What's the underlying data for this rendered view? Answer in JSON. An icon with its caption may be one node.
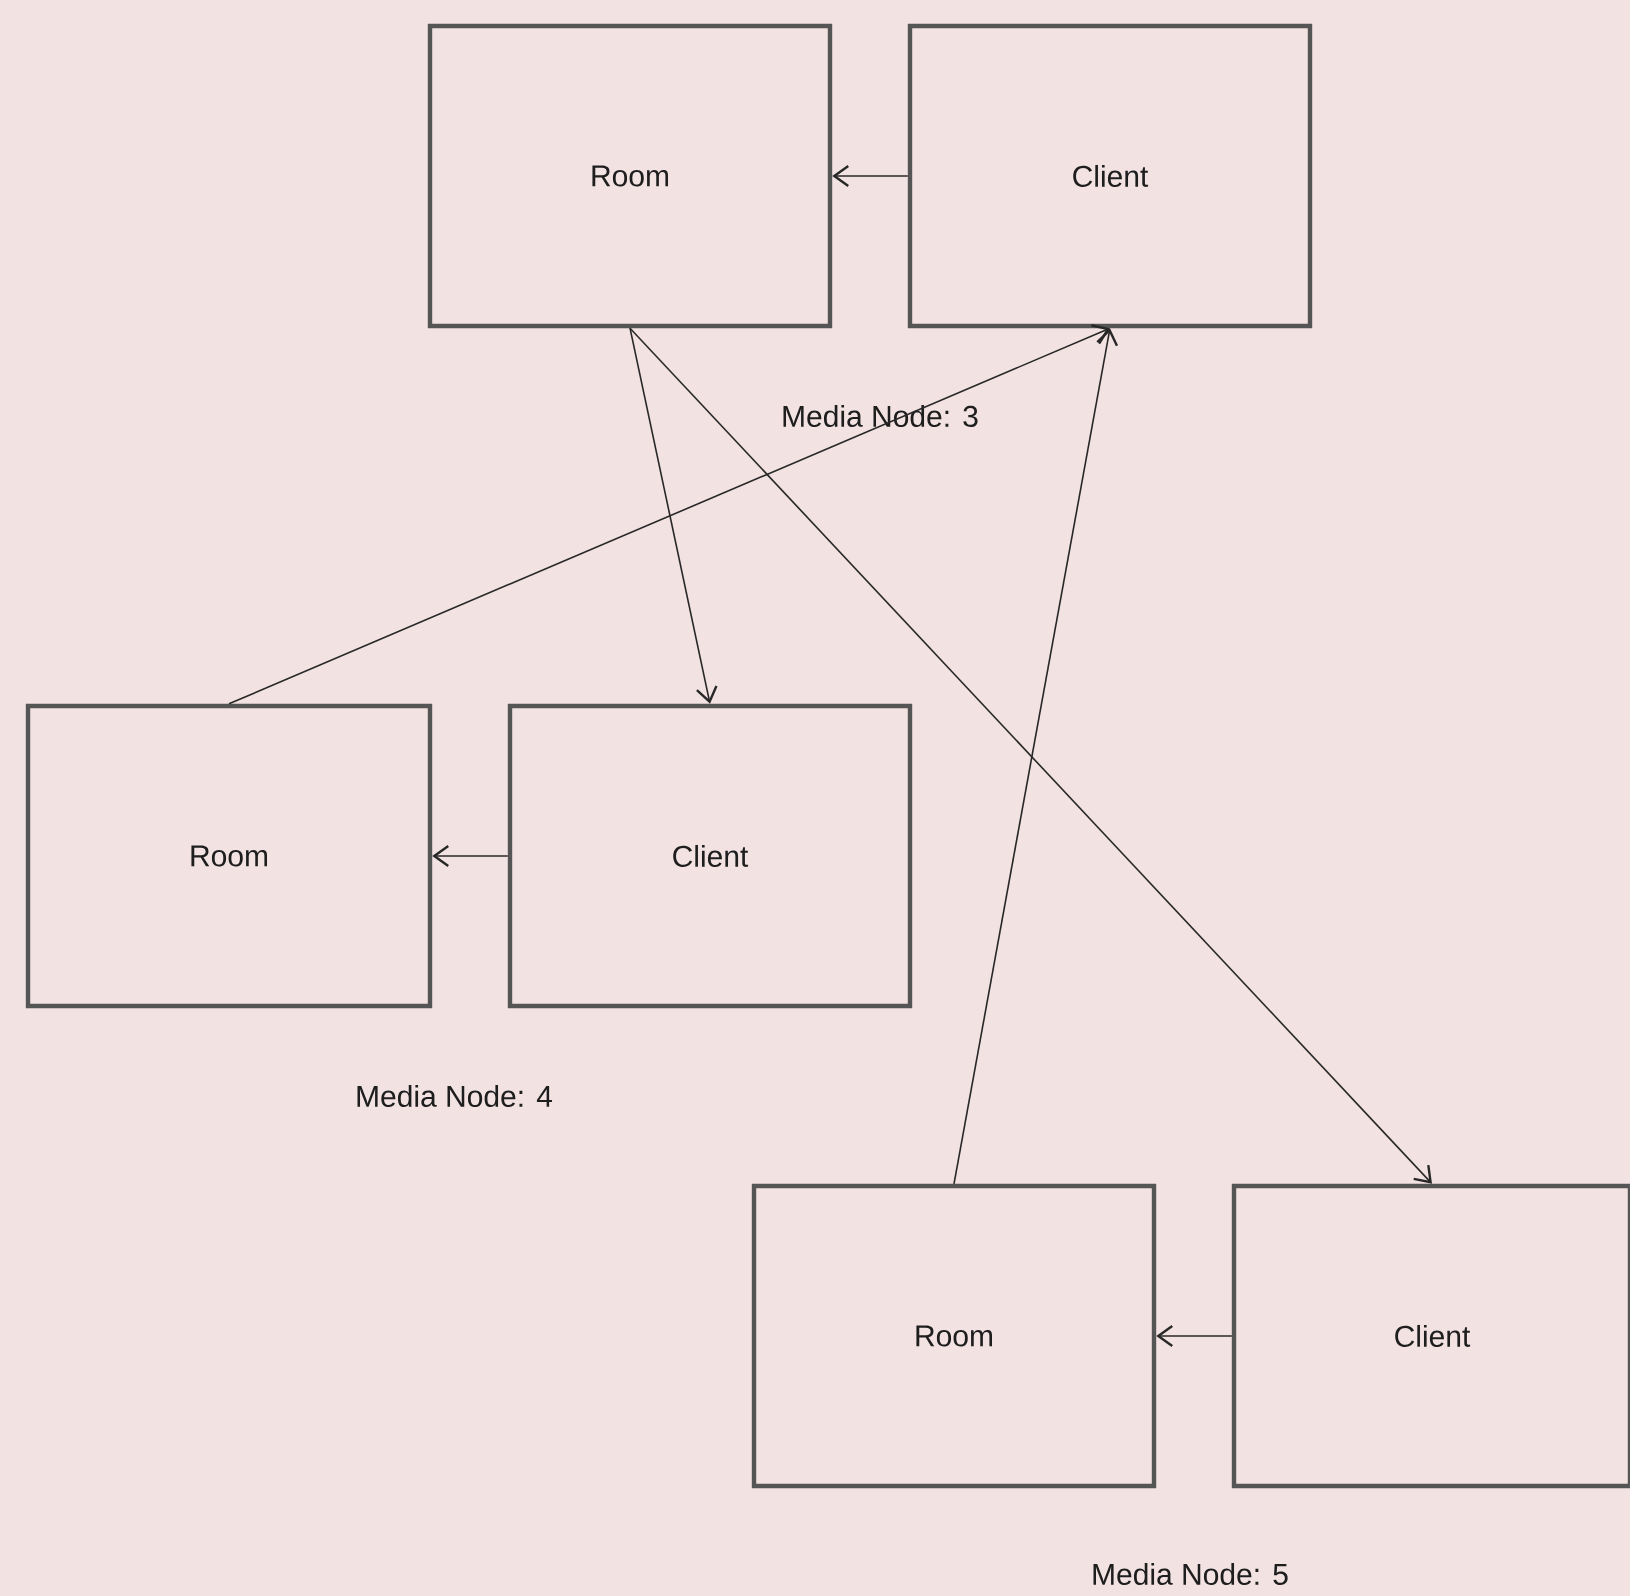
{
  "diagram": {
    "nodes": [
      {
        "text": [
          "Room"
        ]
      },
      {
        "text": [
          "Client"
        ]
      },
      {
        "text": [
          "Room"
        ]
      },
      {
        "text": [
          "Client"
        ]
      },
      {
        "text": [
          "Room"
        ]
      },
      {
        "text": [
          "Client"
        ]
      }
    ],
    "edges": [
      {
        "from": 1,
        "to": 0,
        "arrow": "to"
      },
      {
        "from": 0,
        "to": 3,
        "arrow": "to"
      },
      {
        "from": 0,
        "to": 5,
        "arrow": "to"
      },
      {
        "from": 2,
        "to": 1,
        "arrow": "to"
      },
      {
        "from": 4,
        "to": 1,
        "arrow": "to"
      },
      {
        "from": 3,
        "to": 2,
        "arrow": "to"
      },
      {
        "from": 5,
        "to": 4,
        "arrow": "to"
      }
    ],
    "labels": [
      "Media Node: 3",
      "Media Node: 4",
      "Media Node: 5"
    ]
  }
}
